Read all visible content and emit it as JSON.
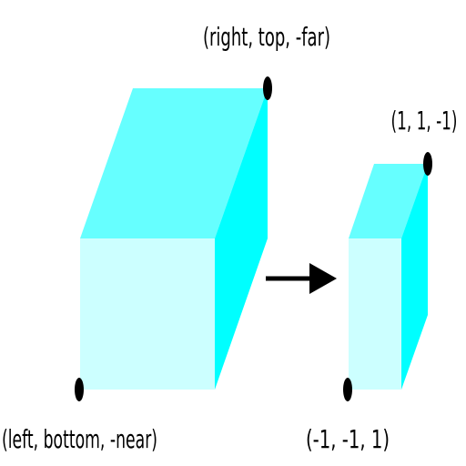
{
  "labels": {
    "source_top_corner": "(right, top, -far)",
    "source_bottom_corner": "(left, bottom, -near)",
    "target_top_corner": "(1, 1, -1)",
    "target_bottom_corner": "(-1, -1, 1)"
  },
  "colors": {
    "front_face": "#ccffff",
    "top_face": "#66ffff",
    "side_face": "#00ffff",
    "marker": "#000000",
    "arrow": "#000000",
    "background": "#ffffff"
  }
}
